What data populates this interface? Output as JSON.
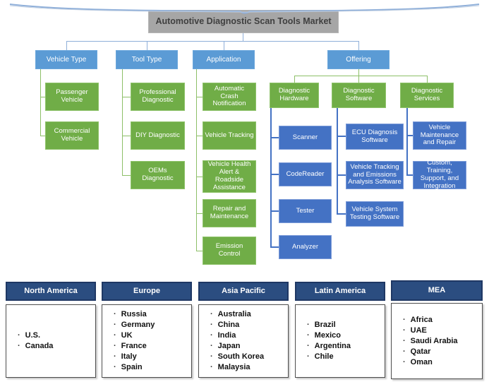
{
  "title": "Automotive Diagnostic Scan Tools Market",
  "branches": [
    {
      "label": "Vehicle Type",
      "children": [
        "Passenger Vehicle",
        "Commercial Vehicle"
      ]
    },
    {
      "label": "Tool Type",
      "children": [
        "Professional Diagnostic",
        "DIY Diagnostic",
        "OEMs Diagnostic"
      ]
    },
    {
      "label": "Application",
      "children": [
        "Automatic Crash Notification",
        "Vehicle Tracking",
        "Vehicle Health Alert & Roadside Assistance",
        "Repair and Maintenance",
        "Emission Control"
      ]
    },
    {
      "label": "Offering",
      "groups": [
        {
          "label": "Diagnostic Hardware",
          "children": [
            "Scanner",
            "CodeReader",
            "Tester",
            "Analyzer"
          ]
        },
        {
          "label": "Diagnostic Software",
          "children": [
            "ECU Diagnosis Software",
            "Vehicle Tracking and Emissions Analysis Software",
            "Vehicle System Testing Software"
          ]
        },
        {
          "label": "Diagnostic Services",
          "children": [
            "Vehicle Maintenance and Repair",
            "Custom, Training, Support, and Integration"
          ]
        }
      ]
    }
  ],
  "regions": [
    {
      "label": "North America",
      "countries": [
        "U.S.",
        "Canada"
      ]
    },
    {
      "label": "Europe",
      "countries": [
        "Russia",
        "Germany",
        "UK",
        "France",
        "Italy",
        "Spain"
      ]
    },
    {
      "label": "Asia Pacific",
      "countries": [
        "Australia",
        "China",
        "India",
        "Japan",
        "South Korea",
        "Malaysia"
      ]
    },
    {
      "label": "Latin America",
      "countries": [
        "Brazil",
        "Mexico",
        "Argentina",
        "Chile"
      ]
    },
    {
      "label": "MEA",
      "countries": [
        "Africa",
        "UAE",
        "Saudi Arabia",
        "Qatar",
        "Oman"
      ]
    }
  ],
  "colors": {
    "title_fill": "#a6a6a6",
    "level2_fill": "#5b9bd5",
    "segment_fill": "#70ad47",
    "sub_fill": "#4472c4",
    "region_header_fill": "#2b4d80",
    "connector_light_blue": "#8fafd9",
    "connector_green": "#8dbf68",
    "connector_blue": "#4472c4"
  }
}
